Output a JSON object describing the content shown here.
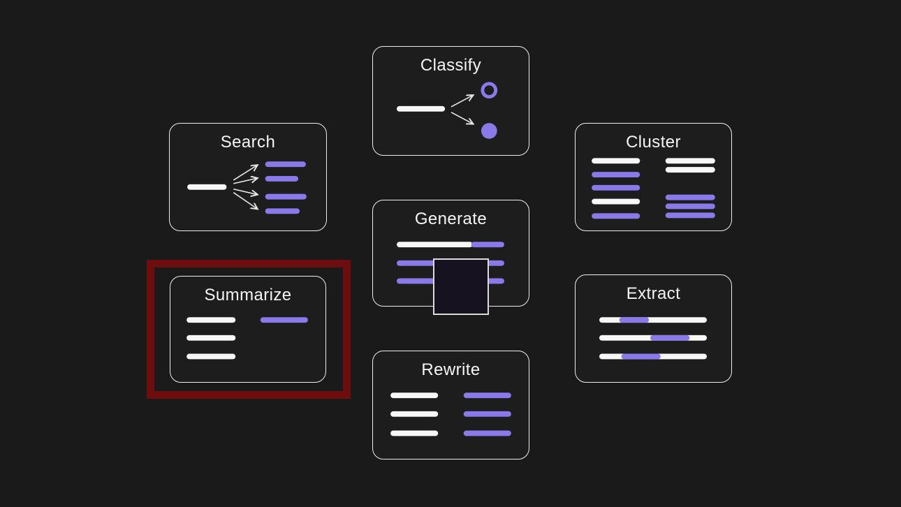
{
  "theme": {
    "bg": "#1a1a1a",
    "card_bg": "#1d1d1d",
    "card_border": "#efefef",
    "title_color": "#f5f5f5",
    "bar_white": "#f7f7f7",
    "bar_purple": "#8a7ae9",
    "arrow": "#e9e9e9",
    "highlight_red": "#6e0d0d",
    "square_fill": "#17121f",
    "square_border": "#dcdcdc"
  },
  "cards": [
    {
      "id": "classify",
      "title": "Classify"
    },
    {
      "id": "search",
      "title": "Search"
    },
    {
      "id": "cluster",
      "title": "Cluster"
    },
    {
      "id": "generate",
      "title": "Generate"
    },
    {
      "id": "summarize",
      "title": "Summarize",
      "highlighted": true
    },
    {
      "id": "extract",
      "title": "Extract"
    },
    {
      "id": "rewrite",
      "title": "Rewrite"
    }
  ]
}
